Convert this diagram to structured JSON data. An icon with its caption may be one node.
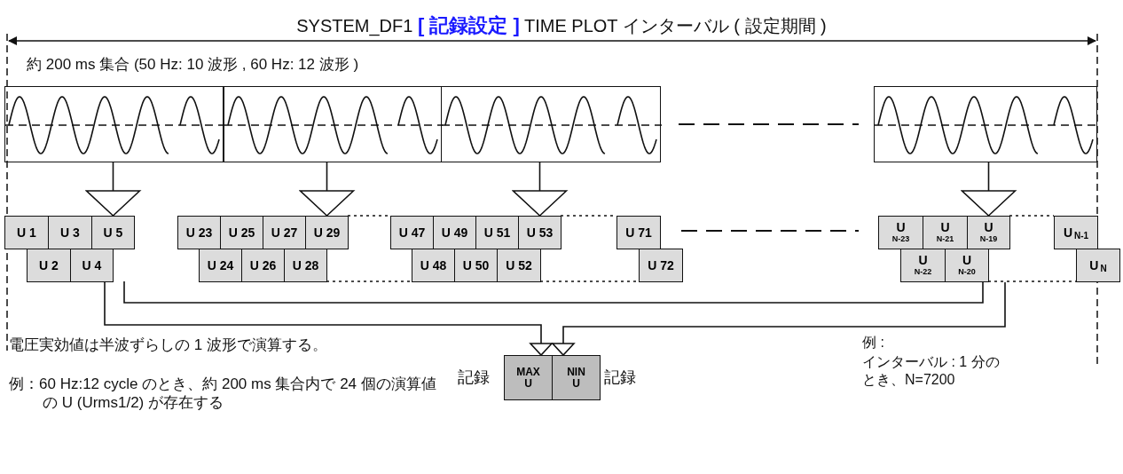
{
  "diagram": {
    "title": "SYSTEM_DF1 **[ 記録設定 ]** TIME PLOT インターバル ( 設定期間 )",
    "nodes": [
      {
        "text": [],
        "shape": "box"
      },
      {
        "text": [],
        "shape": "box"
      },
      {
        "text": [],
        "shape": "box"
      },
      {
        "text": [],
        "shape": "box"
      },
      {
        "text": [
          "U 1"
        ]
      },
      {
        "text": [
          "U 3"
        ]
      },
      {
        "text": [
          "U 5"
        ]
      },
      {
        "text": [
          "U 23"
        ]
      },
      {
        "text": [
          "U 25"
        ]
      },
      {
        "text": [
          "U 27"
        ]
      },
      {
        "text": [
          "U 29"
        ]
      },
      {
        "text": [
          "U 47"
        ]
      },
      {
        "text": [
          "U 49"
        ]
      },
      {
        "text": [
          "U 51"
        ]
      },
      {
        "text": [
          "U 53"
        ]
      },
      {
        "text": [
          "U 71"
        ]
      },
      {
        "text": [
          "U$_{N-23}$"
        ]
      },
      {
        "text": [
          "U$_{N-21}$"
        ]
      },
      {
        "text": [
          "U$_{N-19}$"
        ]
      },
      {
        "text": [
          "U$_{N-1}$"
        ]
      },
      {
        "text": [
          "U 2"
        ]
      },
      {
        "text": [
          "U 4"
        ]
      },
      {
        "text": [
          "U 24"
        ]
      },
      {
        "text": [
          "U 26"
        ]
      },
      {
        "text": [
          "U 28"
        ]
      },
      {
        "text": [
          "U 48"
        ]
      },
      {
        "text": [
          "U 50"
        ]
      },
      {
        "text": [
          "U 52"
        ]
      },
      {
        "text": [
          "U 72"
        ]
      },
      {
        "text": [
          "U$_{N-22}$"
        ]
      },
      {
        "text": [
          "U$_{N-20}$"
        ]
      },
      {
        "text": [
          "U$_{N}$"
        ]
      },
      {
        "text": [
          "MAX U"
        ],
        "beside": [
          "記録"
        ]
      },
      {
        "text": [
          "NIN U"
        ],
        "beside": [
          "記録"
        ]
      }
    ],
    "edges": [
      {
        "from": 0,
        "to": 6,
        "arrow": "to"
      },
      {
        "from": 1,
        "to": 10,
        "arrow": "to"
      },
      {
        "from": 2,
        "to": 14,
        "arrow": "to"
      },
      {
        "from": 3,
        "to": 18,
        "arrow": "to"
      },
      {
        "from": 21,
        "to": 32,
        "arrow": "to"
      },
      {
        "from": 30,
        "to": 33,
        "arrow": "to"
      }
    ],
    "labels": [
      "約 200 ms 集合 (50 Hz: 10 波形 , 60 Hz: 12 波形 )",
      "電圧実効値は半波ずらしの 1 波形で演算する。",
      "例：60 Hz:12 cycle のとき、約 200 ms 集合内で 24 個の演算値の U (Urms1/2) が存在する",
      "例 :",
      "インターバル : 1 分のとき、N=7200"
    ]
  }
}
